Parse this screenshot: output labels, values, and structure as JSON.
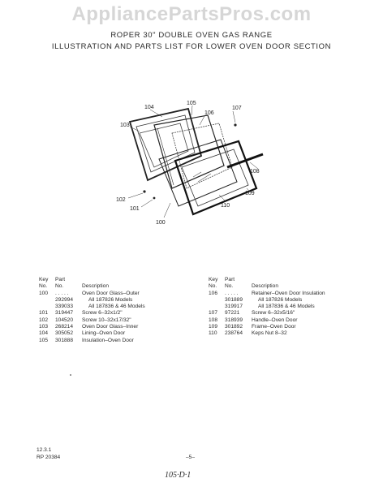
{
  "watermark": "AppliancePartsPros.com",
  "header": {
    "line1": "ROPER 30\" DOUBLE OVEN GAS RANGE",
    "line2": "ILLUSTRATION AND PARTS LIST FOR LOWER OVEN DOOR SECTION"
  },
  "diagram": {
    "callouts": [
      "104",
      "105",
      "106",
      "107",
      "103",
      "108",
      "109",
      "102",
      "101",
      "110",
      "100"
    ]
  },
  "table_headers": {
    "key_line1": "Key",
    "key_line2": "No.",
    "part_line1": "Part",
    "part_line2": "No.",
    "description": "Description"
  },
  "left_table": [
    {
      "key": "100",
      "part": ". . . . .",
      "desc": "Oven Door Glass–Outer",
      "sub": false
    },
    {
      "key": "",
      "part": "292994",
      "desc": "All 187826 Models",
      "sub": true
    },
    {
      "key": "",
      "part": "339033",
      "desc": "All 187836 & 46 Models",
      "sub": true
    },
    {
      "key": "101",
      "part": "319447",
      "desc": "Screw 6–32x1/2\"",
      "sub": false
    },
    {
      "key": "102",
      "part": "104520",
      "desc": "Screw 10–32x17/32\"",
      "sub": false
    },
    {
      "key": "103",
      "part": "268214",
      "desc": "Oven Door Glass–Inner",
      "sub": false
    },
    {
      "key": "104",
      "part": "305052",
      "desc": "Lining–Oven Door",
      "sub": false
    },
    {
      "key": "105",
      "part": "301888",
      "desc": "Insulation–Oven Door",
      "sub": false
    }
  ],
  "right_table": [
    {
      "key": "106",
      "part": ". . . . .",
      "desc": "Retainer–Oven Door Insulation",
      "sub": false
    },
    {
      "key": "",
      "part": "301889",
      "desc": "All 187826 Models",
      "sub": true
    },
    {
      "key": "",
      "part": "319917",
      "desc": "All 187836 & 46 Models",
      "sub": true
    },
    {
      "key": "107",
      "part": "97221",
      "desc": "Screw 6–32x5/16\"",
      "sub": false
    },
    {
      "key": "108",
      "part": "318939",
      "desc": "Handle–Oven Door",
      "sub": false
    },
    {
      "key": "109",
      "part": "301892",
      "desc": "Frame–Oven Door",
      "sub": false
    },
    {
      "key": "110",
      "part": "238764",
      "desc": "Keps Nut 8–32",
      "sub": false
    }
  ],
  "footer": {
    "line1": "12.3.1",
    "line2": "RP 20384",
    "page": "–5–",
    "handwritten": "105·D·1"
  }
}
